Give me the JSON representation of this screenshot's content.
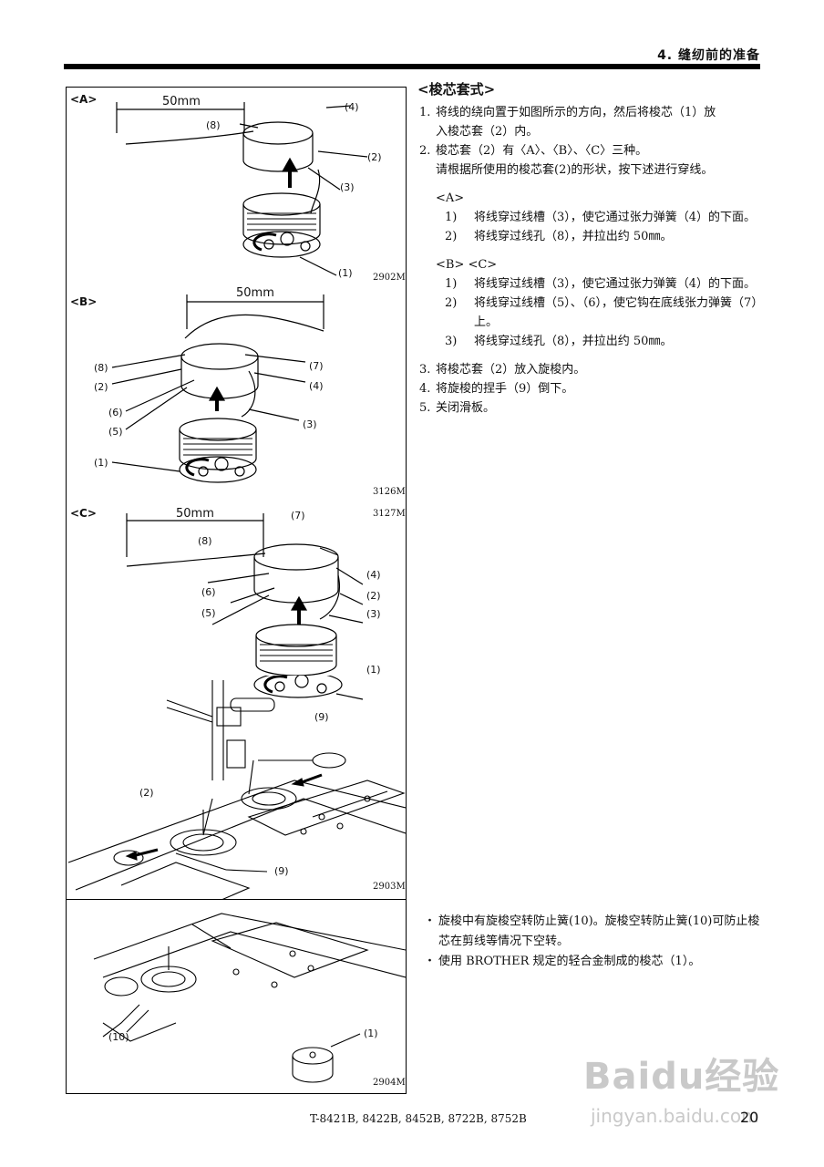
{
  "header": {
    "title": "4. 缝纫前的准备"
  },
  "figures": {
    "A": {
      "label": "<A>",
      "code": "2902M",
      "dimension": "50mm",
      "callouts": [
        "(4)",
        "(8)",
        "(2)",
        "(3)",
        "(1)"
      ]
    },
    "B": {
      "label": "<B>",
      "code": "3126M",
      "dimension": "50mm",
      "callouts": [
        "(8)",
        "(2)",
        "(6)",
        "(5)",
        "(1)",
        "(7)",
        "(4)",
        "(3)"
      ]
    },
    "C": {
      "label": "<C>",
      "code": "3127M",
      "dimension": "50mm",
      "callouts": [
        "(7)",
        "(8)",
        "(4)",
        "(6)",
        "(2)",
        "(5)",
        "(3)",
        "(1)"
      ]
    },
    "D": {
      "code": "2903M",
      "callouts": [
        "(9)",
        "(2)",
        "(9)"
      ]
    },
    "E": {
      "code": "2904M",
      "callouts": [
        "(10)",
        "(1)"
      ]
    }
  },
  "section": {
    "title": "<梭芯套式>",
    "steps": [
      {
        "num": "1.",
        "text": "将线的绕向置于如图所示的方向，然后将梭芯（1）放",
        "cont": "入梭芯套（2）内。"
      },
      {
        "num": "2.",
        "text": "梭芯套（2）有〈A〉、〈B〉、〈C〉三种。",
        "cont": "请根据所使用的梭芯套(2)的形状，按下述进行穿线。"
      }
    ],
    "groupA": {
      "head": "<A>",
      "items": [
        {
          "n": "1)",
          "text": "将线穿过线槽（3），使它通过张力弹簧（4）的下面。"
        },
        {
          "n": "2)",
          "text": "将线穿过线孔（8），并拉出约 50㎜。"
        }
      ]
    },
    "groupBC": {
      "head": "<B> <C>",
      "items": [
        {
          "n": "1)",
          "text": "将线穿过线槽（3），使它通过张力弹簧（4）的下面。"
        },
        {
          "n": "2)",
          "text": "将线穿过线槽（5）、（6），使它钩在底线张力弹簧（7）上。"
        },
        {
          "n": "3)",
          "text": "将线穿过线孔（8），并拉出约 50㎜。"
        }
      ]
    },
    "steps2": [
      {
        "num": "3.",
        "text": "将梭芯套（2）放入旋梭内。"
      },
      {
        "num": "4.",
        "text": "将旋梭的捏手（9）倒下。"
      },
      {
        "num": "5.",
        "text": "关闭滑板。"
      }
    ]
  },
  "notes": [
    {
      "bullet": "・",
      "text": "旋梭中有旋梭空转防止簧(10)。旋梭空转防止簧(10)可防止梭芯在剪线等情况下空转。"
    },
    {
      "bullet": "・",
      "text": "使用 BROTHER 规定的轻合金制成的梭芯（1）。"
    }
  ],
  "footer": {
    "models": "T-8421B, 8422B, 8452B, 8722B, 8752B",
    "page": "20"
  },
  "watermark": {
    "logo": "Baidu经验",
    "url": "jingyan.baidu.com"
  }
}
